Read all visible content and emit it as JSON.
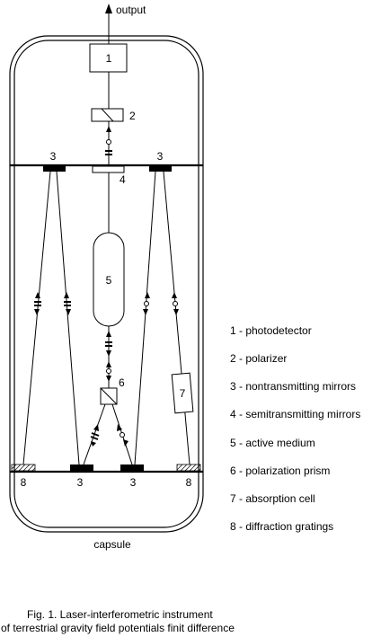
{
  "labels": {
    "output": "output",
    "component_1": "1",
    "component_2": "2",
    "mirror_top_left": "3",
    "mirror_top_right": "3",
    "component_4": "4",
    "component_5": "5",
    "component_6": "6",
    "component_7": "7",
    "grating_left": "8",
    "mirror_bottom_left": "3",
    "mirror_bottom_right": "3",
    "grating_right": "8",
    "capsule": "capsule"
  },
  "legend": [
    "1 - photodetector",
    "2 - polarizer",
    "3 - nontransmitting mirrors",
    "4 - semitransmitting mirrors",
    "5 - active medium",
    "6 - polarization prism",
    "7 - absorption cell",
    "8 - diffraction gratings"
  ],
  "caption": {
    "line1": "Fig. 1. Laser-interferometric instrument",
    "line2": "of terrestrial gravity field potentials finit difference"
  }
}
